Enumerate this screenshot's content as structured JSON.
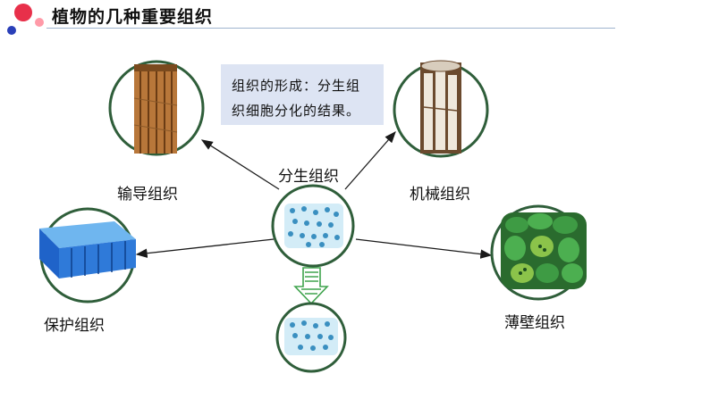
{
  "title": "植物的几种重要组织",
  "note": [
    "组织的形成：分生组",
    "织细胞分化的结果。"
  ],
  "labels": {
    "meristem": "分生组织",
    "conducting": "输导组织",
    "mechanical": "机械组织",
    "protective": "保护组织",
    "parenchyma": "薄壁组织"
  },
  "colors": {
    "circle_border": "#2f5e3a",
    "arrow": "#1a1a1a",
    "down_arrow": "#3fa34d",
    "logo_red": "#e8304a",
    "logo_blue": "#2a3fb8",
    "note_bg": "#dde4f3"
  }
}
